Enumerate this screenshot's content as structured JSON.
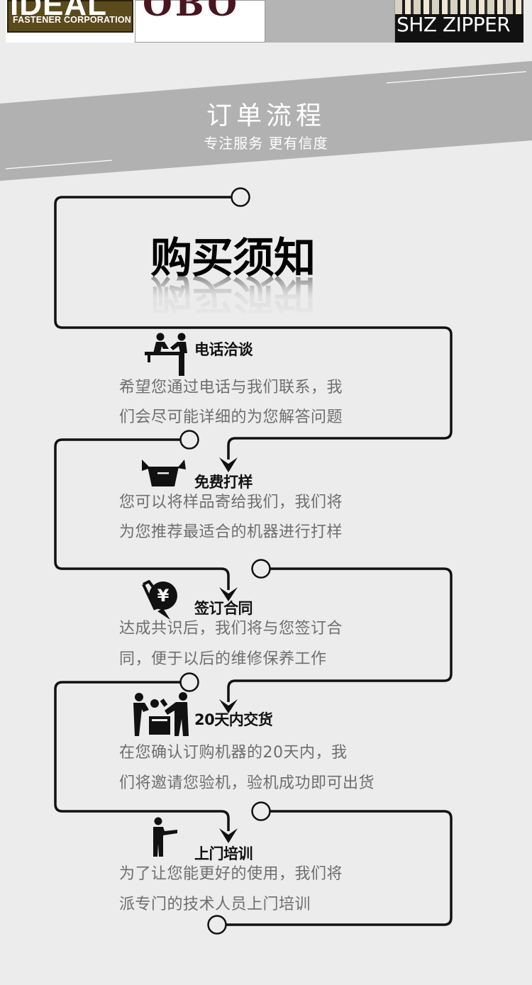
{
  "logos": {
    "ideal_big": "IDEAL",
    "ideal_small": "FASTENER CORPORATION",
    "obo": "OBO",
    "shz": "SHZ ZIPPER"
  },
  "banner": {
    "title": "订单流程",
    "subtitle": "专注服务   更有信度"
  },
  "heading": "购买须知",
  "steps": [
    {
      "icon": "handshake-icon",
      "title": "电话洽谈",
      "lines": [
        "希望您通过电话与我们联系，我",
        "们会尽可能详细的为您解答问题"
      ]
    },
    {
      "icon": "open-box-icon",
      "title": "免费打样",
      "lines": [
        "您可以将样品寄给我们，我们将",
        "为您推荐最适合的机器进行打样"
      ]
    },
    {
      "icon": "yen-contract-icon",
      "title": "签订合同",
      "lines": [
        "达成共识后，我们将与您签订合",
        "同，便于以后的维修保养工作"
      ]
    },
    {
      "icon": "delivery-icon",
      "title": "20天内交货",
      "lines": [
        "在您确认订购机器的20天内，我",
        "们将邀请您验机，验机成功即可出货"
      ]
    },
    {
      "icon": "presenter-icon",
      "title": "上门培训",
      "lines": [
        "为了让您能更好的使用，我们将",
        "派专门的技术人员上门培训"
      ]
    }
  ],
  "colors": {
    "background": "#ececec",
    "banner_gray": "#b1b1b1",
    "flow_line": "#111111",
    "body_text": "#6e6e6e"
  }
}
